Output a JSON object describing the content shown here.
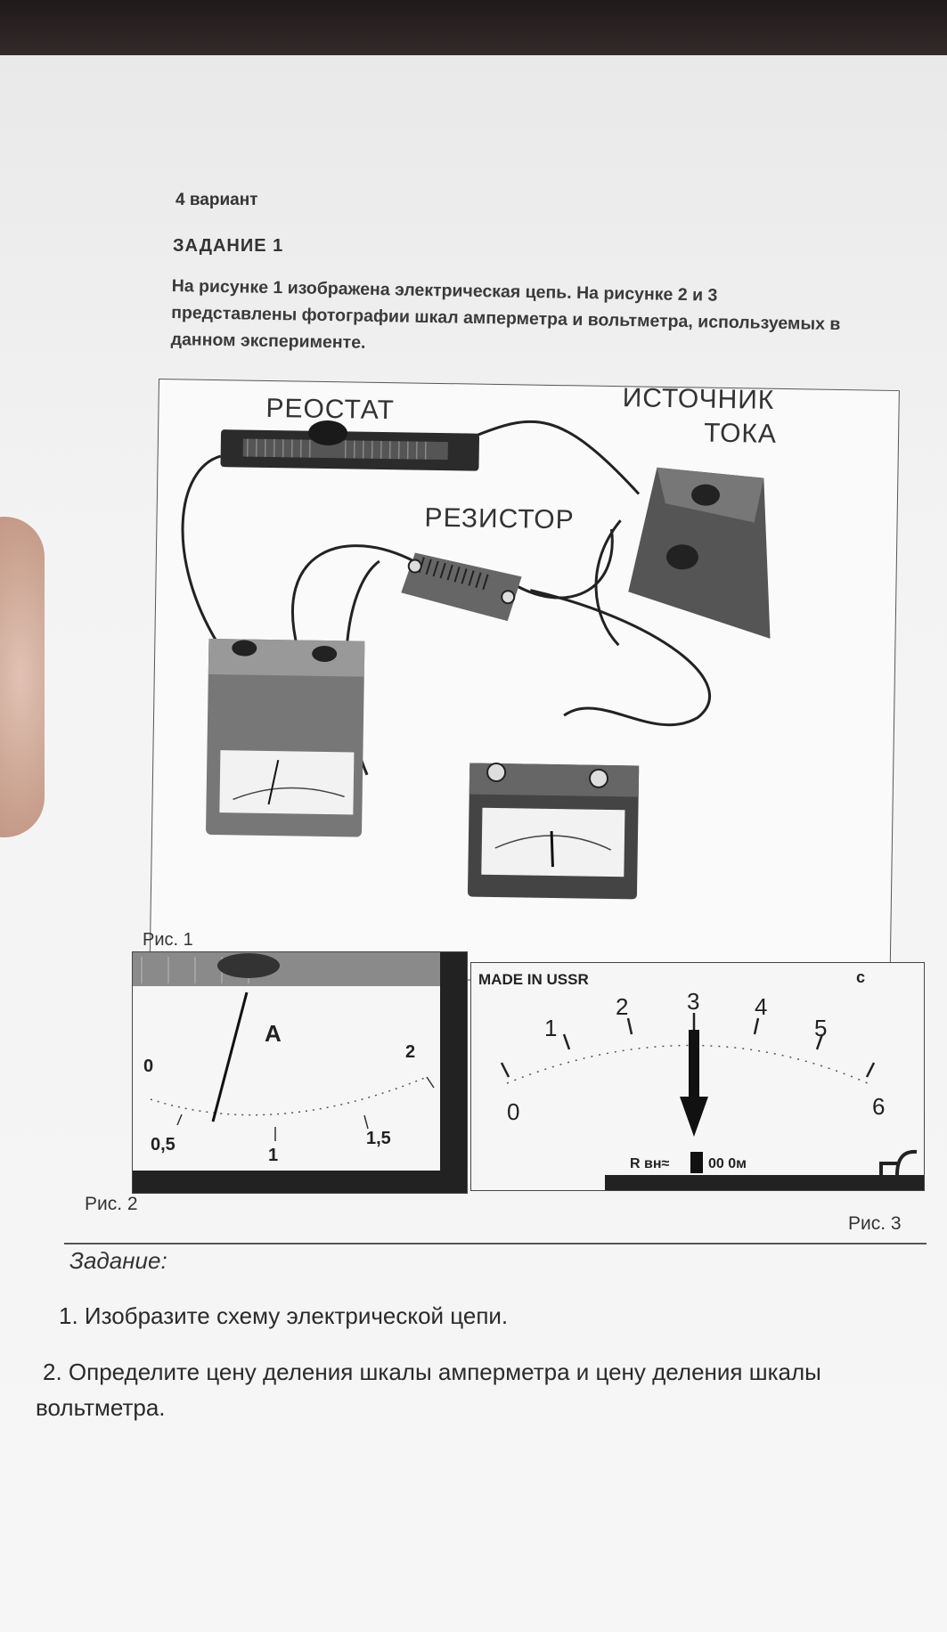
{
  "header": {
    "variant": "4 вариант",
    "task_title": "ЗАДАНИЕ 1"
  },
  "intro": {
    "line1": "На рисунке 1  изображена электрическая цепь. На рисунке 2 и 3",
    "line2": "представлены фотографии шкал амперметра и вольтметра, используемых в",
    "line3": "данном эксперименте."
  },
  "figure1": {
    "label_rheostat": "РЕОСТАТ",
    "label_source_1": "ИСТОЧНИК",
    "label_source_2": "ТОКА",
    "label_resistor": "РЕЗИСТОР",
    "caption": "Рис. 1"
  },
  "figure2": {
    "caption": "Рис. 2",
    "unit": "A",
    "ticks": [
      "0",
      "0,5",
      "1",
      "1,5",
      "2"
    ]
  },
  "figure3": {
    "caption": "Рис. 3",
    "made_in": "MADE IN USSR",
    "ticks": [
      "0",
      "1",
      "2",
      "3",
      "4",
      "5",
      "6"
    ],
    "resistance_label": "R вн≈",
    "resistance_value": "00 0м",
    "corner_mark": "с"
  },
  "assignment": {
    "heading": "Задание:",
    "item1": "1. Изобразите схему электрической цепи.",
    "item2_line1": "2. Определите цену деления шкалы амперметра и цену деления шкалы",
    "item2_line2": "вольтметра."
  }
}
